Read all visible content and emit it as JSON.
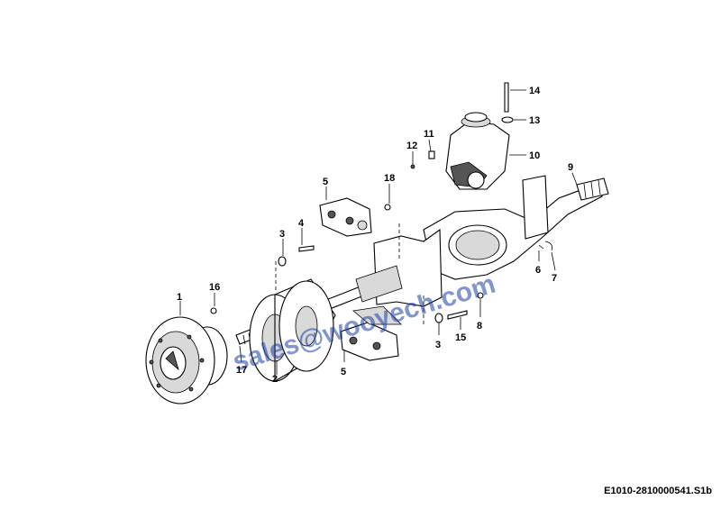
{
  "diagram": {
    "callouts": [
      "1",
      "2",
      "3",
      "3",
      "4",
      "5",
      "5",
      "6",
      "7",
      "8",
      "9",
      "10",
      "11",
      "12",
      "13",
      "14",
      "15",
      "16",
      "17",
      "18"
    ],
    "watermark": "sales@wooyech.com",
    "reference": "E1010-2810000541.S1b"
  }
}
